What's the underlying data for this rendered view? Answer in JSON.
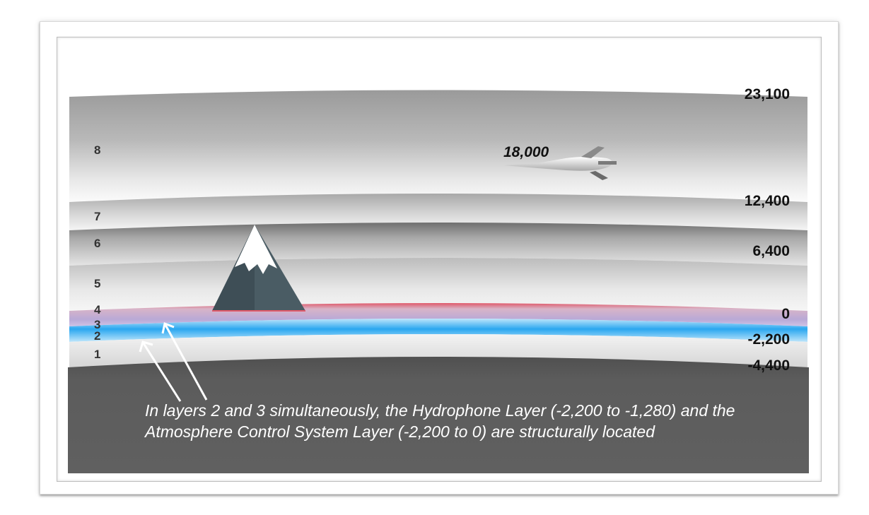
{
  "layers": {
    "labels": [
      "1",
      "2",
      "3",
      "4",
      "5",
      "6",
      "7",
      "8"
    ]
  },
  "altitudes": {
    "top": "23,100",
    "layer7": "12,400",
    "layer6": "6,400",
    "sea_level": "0",
    "layer2": "-2,200",
    "bottom": "-4,400",
    "aircraft": "18,000"
  },
  "caption": "In layers 2 and 3 simultaneously, the Hydrophone Layer (-2,200 to -1,280) and the Atmosphere Control System Layer (-2,200 to 0) are structurally located",
  "colors": {
    "ground": "#5c5c5c",
    "water_band": "#2aa7f0",
    "atmosphere_band": "#b9a9d6",
    "surface_line": "#e07080",
    "mountain": "#4a5c64",
    "snow": "#ffffff",
    "caption_text": "#ffffff"
  },
  "icons": [
    "aircraft-icon",
    "mountain-icon",
    "arrow-icon"
  ]
}
